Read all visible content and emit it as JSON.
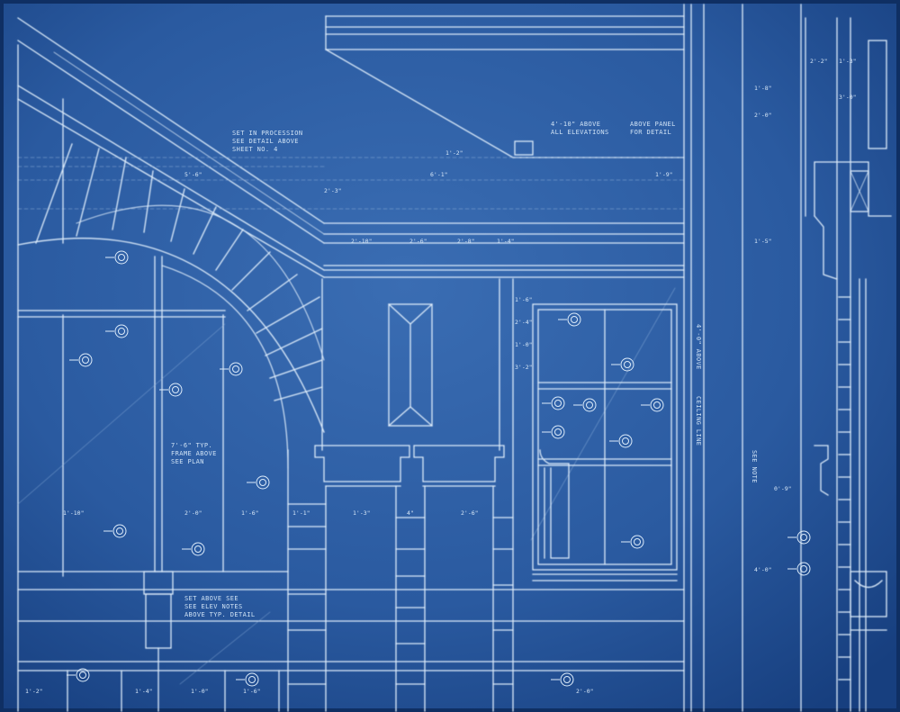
{
  "colors": {
    "paper": "#2a5aa0",
    "paper_dark": "#173f7f",
    "paper_light": "#3a6db3",
    "line": "#dcebfa",
    "line_faint": "#8fb2dc"
  },
  "notes": {
    "top_left": [
      "SET IN PROCESSION",
      "SEE DETAIL ABOVE",
      "SHEET NO. 4"
    ],
    "top_center": [
      "4'-10\" ABOVE",
      "ALL ELEVATIONS"
    ],
    "top_right": [
      "ABOVE PANEL",
      "FOR DETAIL"
    ],
    "left_panel": [
      "7'-6\" TYP.",
      "FRAME ABOVE",
      "SEE PLAN"
    ],
    "lower_left": [
      "SET ABOVE SEE",
      "SEE ELEV NOTES",
      "ABOVE TYP. DETAIL"
    ],
    "vertical": [
      "4'-0\" ABOVE",
      "CEILING LINE",
      "SEE NOTE"
    ]
  },
  "dimensions": {
    "cornice": [
      "5'-6\"",
      "2'-3\"",
      "1'-2\"",
      "6'-1\"",
      "1'-9\""
    ],
    "frieze": [
      "2'-10\"",
      "2'-6\"",
      "2'-8\"",
      "1'-4\""
    ],
    "base": [
      "1'-10\"",
      "2'-0\"",
      "1'-6\"",
      "1'-1\"",
      "4\"",
      "2'-6\"",
      "1'-3\""
    ],
    "right_column": [
      "1'-6\"",
      "2'-4\"",
      "1'-0\"",
      "3'-2\"",
      "1'-8\"",
      "2'-0\"",
      "1'-5\"",
      "4'-0\""
    ],
    "far_right": [
      "2'-2\"",
      "1'-3\"",
      "3'-0\"",
      "0'-9\""
    ],
    "bottom": [
      "1'-2\"",
      "1'-4\"",
      "1'-0\"",
      "1'-6\"",
      "2'-0\""
    ]
  }
}
